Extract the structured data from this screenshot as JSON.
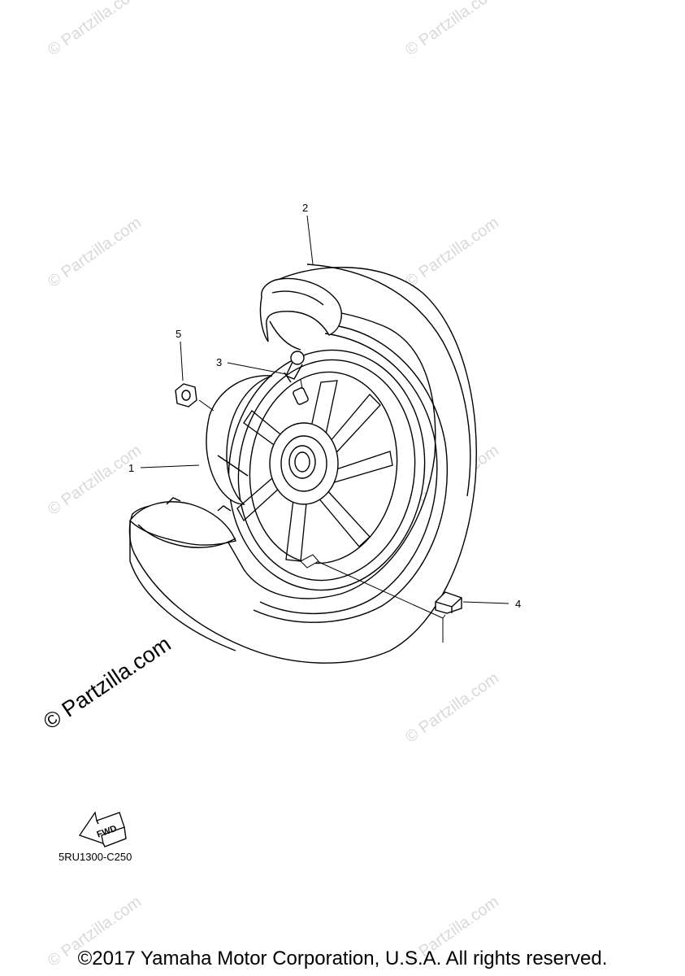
{
  "diagram": {
    "callouts": [
      "1",
      "2",
      "3",
      "4",
      "5"
    ],
    "watermark_text": "© Partzilla.com",
    "fwd_label": "FWD",
    "diagram_code": "5RU1300-C250",
    "copyright": "©2017 Yamaha Motor Corporation, U.S.A. All rights reserved."
  }
}
